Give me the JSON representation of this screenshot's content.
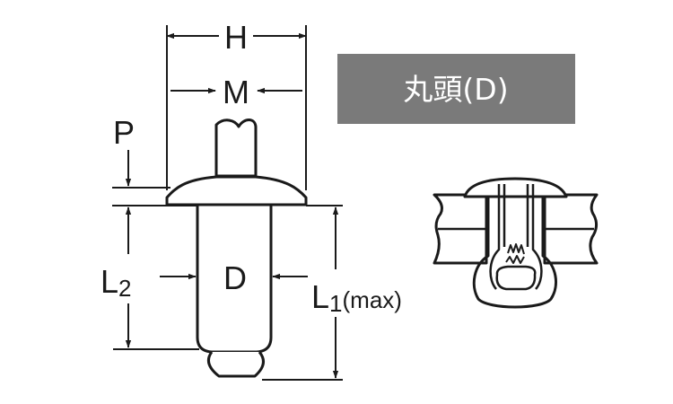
{
  "title_badge": {
    "text": "丸頭(D)",
    "bg_color": "#7a7a7a",
    "text_color": "#ffffff"
  },
  "dimensions": {
    "H": "H",
    "M": "M",
    "P": "P",
    "D": "D",
    "L2": {
      "main": "L",
      "sub": "2"
    },
    "L1": {
      "main": "L",
      "sub": "1",
      "suffix": "(max)"
    }
  },
  "colors": {
    "line": "#1a1a1a"
  }
}
